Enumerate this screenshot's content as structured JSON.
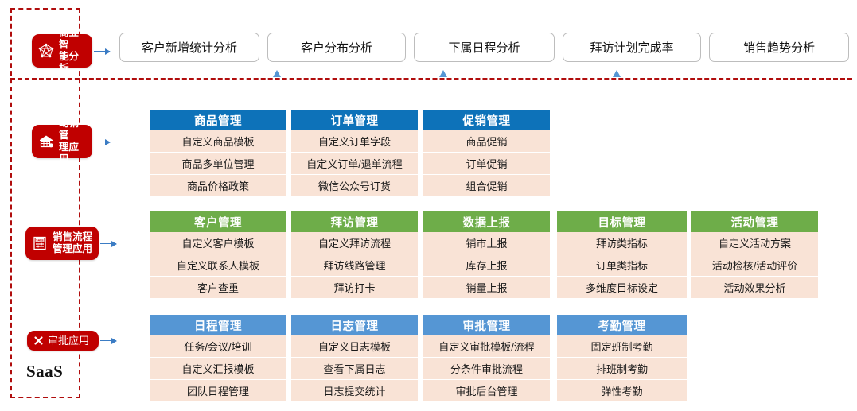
{
  "diagram": {
    "container_label": "SaaS",
    "accent_red": "#c00000",
    "accent_blue_dark": "#0d72b9",
    "accent_green": "#6ead49",
    "accent_blue_light": "#5596d4",
    "cell_bg": "#f9e3d6"
  },
  "chips": [
    {
      "label": "商业智\n能分析",
      "icon": "network-graph-icon"
    },
    {
      "label": "动销管\n理应用",
      "icon": "store-house-icon"
    },
    {
      "label": "销售流程\n管理应用",
      "icon": "sale-document-icon"
    },
    {
      "label": "审批应用",
      "icon": "cross-mark-icon"
    }
  ],
  "top_analysis_boxes": [
    {
      "label": "客户新增统计分析"
    },
    {
      "label": "客户分布分析"
    },
    {
      "label": "下属日程分析"
    },
    {
      "label": "拜访计划完成率"
    },
    {
      "label": "销售趋势分析"
    }
  ],
  "sections": [
    {
      "name": "动销管理应用",
      "header_color": "blue-dark",
      "columns": [
        {
          "title": "商品管理",
          "items": [
            "自定义商品模板",
            "商品多单位管理",
            "商品价格政策"
          ]
        },
        {
          "title": "订单管理",
          "items": [
            "自定义订单字段",
            "自定义订单/退单流程",
            "微信公众号订货"
          ]
        },
        {
          "title": "促销管理",
          "items": [
            "商品促销",
            "订单促销",
            "组合促销"
          ]
        }
      ]
    },
    {
      "name": "销售流程管理应用",
      "header_color": "green",
      "columns": [
        {
          "title": "客户管理",
          "items": [
            "自定义客户模板",
            "自定义联系人模板",
            "客户查重"
          ]
        },
        {
          "title": "拜访管理",
          "items": [
            "自定义拜访流程",
            "拜访线路管理",
            "拜访打卡"
          ]
        },
        {
          "title": "数据上报",
          "items": [
            "铺市上报",
            "库存上报",
            "销量上报"
          ]
        },
        {
          "title": "目标管理",
          "items": [
            "拜访类指标",
            "订单类指标",
            "多维度目标设定"
          ]
        },
        {
          "title": "活动管理",
          "items": [
            "自定义活动方案",
            "活动检核/活动评价",
            "活动效果分析"
          ]
        }
      ]
    },
    {
      "name": "审批应用",
      "header_color": "blue-light",
      "columns": [
        {
          "title": "日程管理",
          "items": [
            "任务/会议/培训",
            "自定义汇报模板",
            "团队日程管理"
          ]
        },
        {
          "title": "日志管理",
          "items": [
            "自定义日志模板",
            "查看下属日志",
            "日志提交统计"
          ]
        },
        {
          "title": "审批管理",
          "items": [
            "自定义审批模板/流程",
            "分条件审批流程",
            "审批后台管理"
          ]
        },
        {
          "title": "考勤管理",
          "items": [
            "固定班制考勤",
            "排班制考勤",
            "弹性考勤"
          ]
        }
      ]
    }
  ]
}
